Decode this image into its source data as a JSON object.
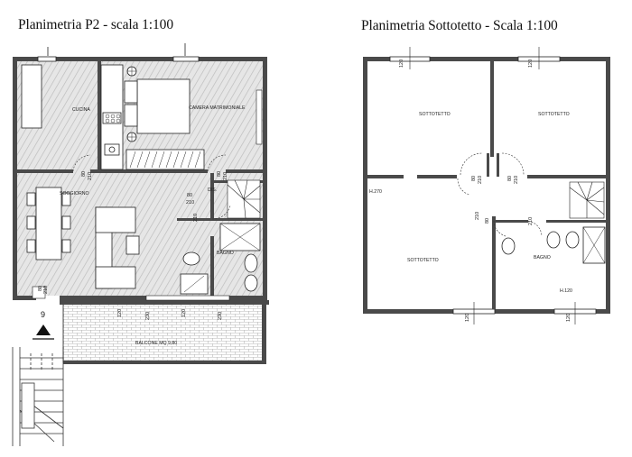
{
  "titles": {
    "floor_p2": "Planimetria P2 - scala 1:100",
    "attic": "Planimetria Sottotetto - Scala 1:100"
  },
  "rooms_p2": {
    "kitchen": "CUCINA",
    "bedroom": "CAMERA MATRIMONIALE",
    "living": "SOGGIORNO",
    "bathroom": "BAGNO",
    "balcony": "BALCONE MQ 9,80",
    "closet": "DIS."
  },
  "rooms_attic": {
    "attic_nw": "SOTTOTETTO",
    "attic_ne": "SOTTOTETTO",
    "attic_sw": "SOTTOTETTO",
    "bathroom": "BAGNO",
    "height_left": "H.270",
    "height_bottom": "H.120"
  },
  "stair_number": "9",
  "door_dims": {
    "d80": "80",
    "d210": "210",
    "d120": "120",
    "d230": "230"
  },
  "colors": {
    "wall": "#4a4a4a",
    "floor_hatch": "#d4d4d4",
    "line": "#222222"
  }
}
